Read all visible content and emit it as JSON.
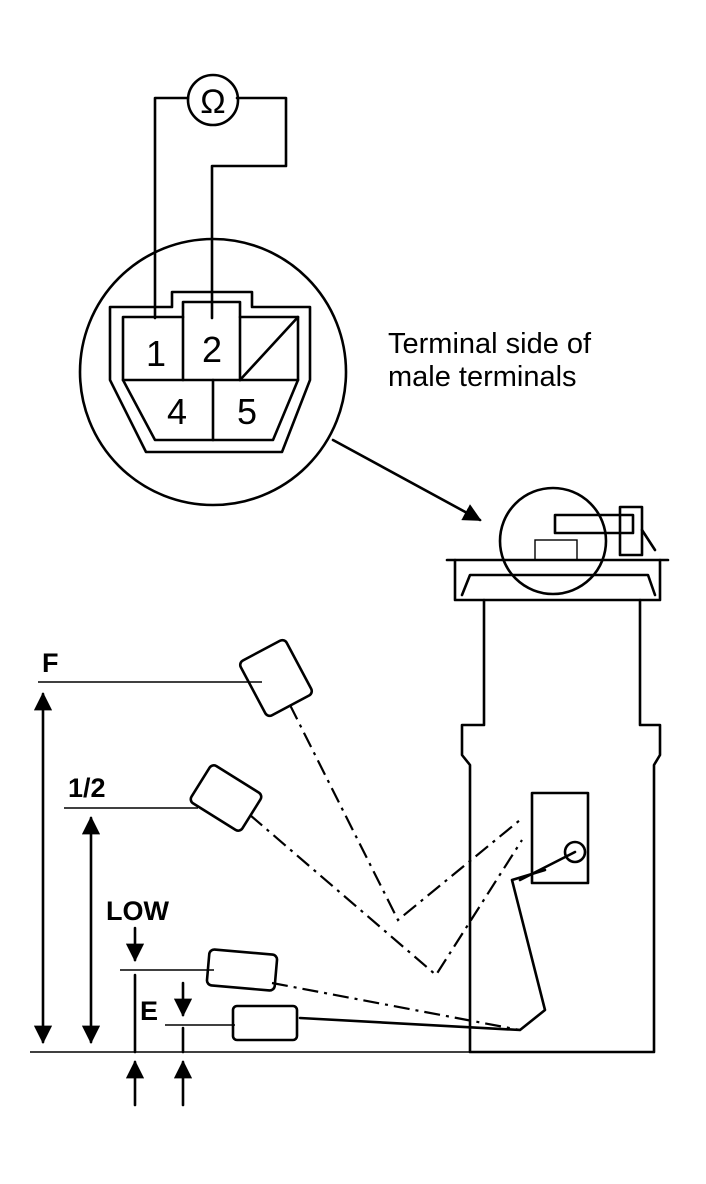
{
  "meter": {
    "symbol": "Ω"
  },
  "connector": {
    "terminals": [
      "1",
      "2",
      "4",
      "5"
    ]
  },
  "caption": {
    "line1": "Terminal side of",
    "line2": "male terminals"
  },
  "levels": {
    "full": "F",
    "half": "1/2",
    "low": "LOW",
    "empty": "E"
  }
}
